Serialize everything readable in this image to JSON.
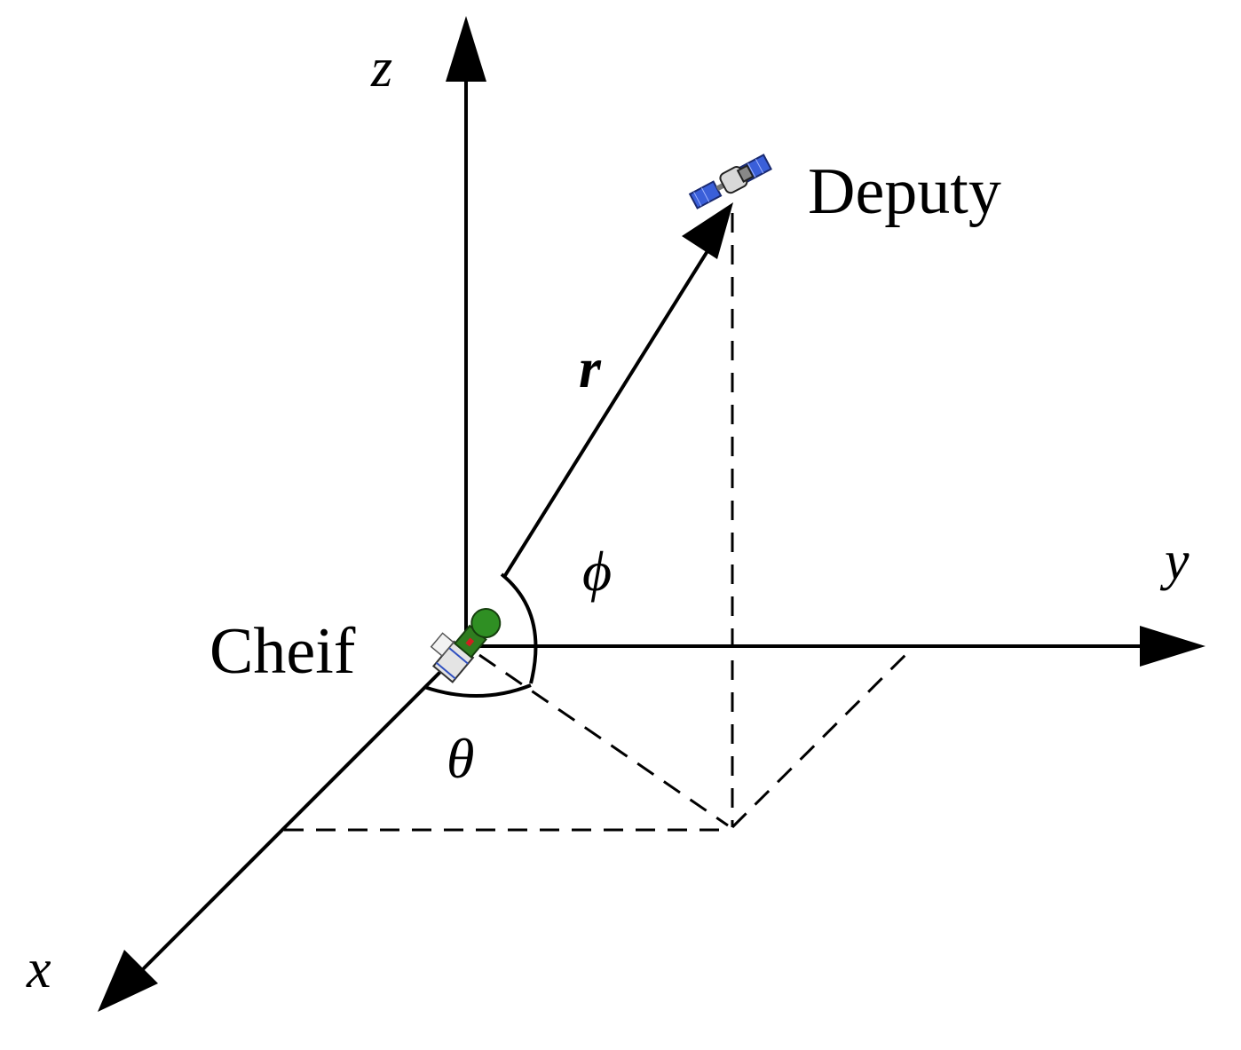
{
  "axes": {
    "z_label": "z",
    "y_label": "y",
    "x_label": "x"
  },
  "vector": {
    "label": "r"
  },
  "angles": {
    "phi": "ϕ",
    "theta": "θ"
  },
  "objects": {
    "chief_label": "Cheif",
    "deputy_label": "Deputy"
  },
  "colors": {
    "line": "#000000",
    "solar_panel": "#3a5fd9",
    "chief_body": "#2f7d1f"
  },
  "icons": {
    "deputy": "satellite-icon",
    "chief": "spacecraft-icon"
  }
}
